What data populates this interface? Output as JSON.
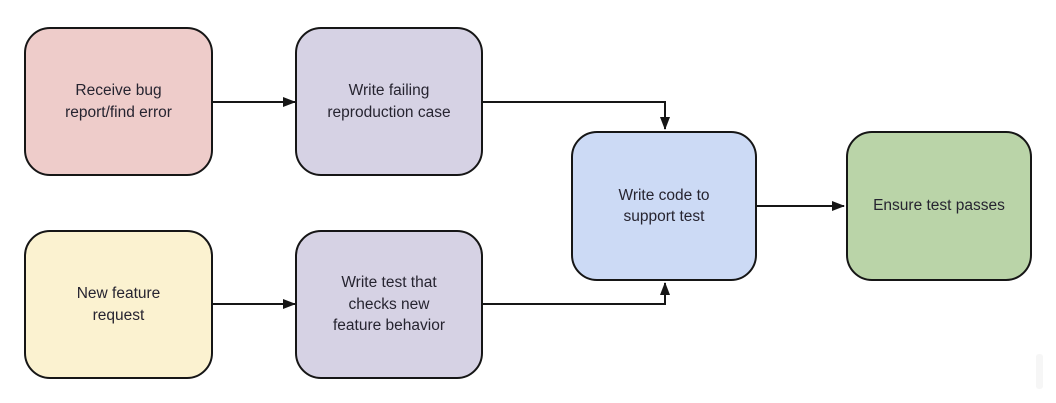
{
  "diagram": {
    "type": "flowchart",
    "stroke_color": "#161616",
    "text_color": "#262430",
    "nodes": [
      {
        "id": "receive-bug",
        "label": "Receive bug\nreport/find error",
        "fill": "#eeccca"
      },
      {
        "id": "write-failing",
        "label": "Write failing\nreproduction case",
        "fill": "#d6d2e4"
      },
      {
        "id": "new-feature",
        "label": "New feature\nrequest",
        "fill": "#fbf2d0"
      },
      {
        "id": "write-test",
        "label": "Write test that\nchecks new\nfeature behavior",
        "fill": "#d6d2e4"
      },
      {
        "id": "write-code",
        "label": "Write code to\nsupport test",
        "fill": "#ccdaf5"
      },
      {
        "id": "ensure-pass",
        "label": "Ensure test passes",
        "fill": "#bad4a8"
      }
    ],
    "connections": [
      {
        "from": "receive-bug",
        "to": "write-failing"
      },
      {
        "from": "new-feature",
        "to": "write-test"
      },
      {
        "from": "write-failing",
        "to": "write-code"
      },
      {
        "from": "write-test",
        "to": "write-code"
      },
      {
        "from": "write-code",
        "to": "ensure-pass"
      }
    ]
  }
}
